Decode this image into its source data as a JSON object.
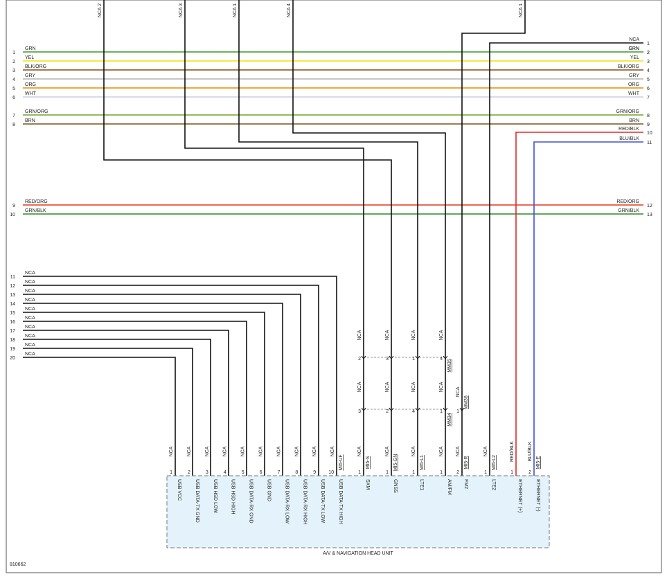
{
  "diagram_id": "810662",
  "head_unit": {
    "title": "A/V & NAVIGATION HEAD UNIT"
  },
  "top_wires": [
    {
      "label": "NCA",
      "pin": "2"
    },
    {
      "label": "NCA",
      "pin": "3"
    },
    {
      "label": "NCA",
      "pin": "1"
    },
    {
      "label": "NCA",
      "pin": "4"
    },
    {
      "label": "NCA",
      "pin": "1"
    }
  ],
  "colors": {
    "GRN": "#3a9a28",
    "YEL": "#f2e200",
    "BLK/ORG": "#8a4b10",
    "GRY": "#b4b4b4",
    "ORG": "#e88a00",
    "WHT": "#c9cde6",
    "GRN/ORG": "#72a22a",
    "BRN": "#7a5418",
    "RED/ORG": "#e03a1c",
    "GRN/BLK": "#2c8a2c",
    "RED/BLK": "#e02a2a",
    "BLU/BLK": "#4050d8",
    "NCA": "#111111",
    "box_fill": "#e4f3fb"
  },
  "harness_lines": [
    {
      "left_pin": "1",
      "left_label": "GRN",
      "right_label": "GRN",
      "right_pin": "2",
      "color": "GRN"
    },
    {
      "left_pin": "2",
      "left_label": "YEL",
      "right_label": "YEL",
      "right_pin": "3",
      "color": "YEL"
    },
    {
      "left_pin": "3",
      "left_label": "BLK/ORG",
      "right_label": "BLK/ORG",
      "right_pin": "4",
      "color": "BLK/ORG"
    },
    {
      "left_pin": "4",
      "left_label": "GRY",
      "right_label": "GRY",
      "right_pin": "5",
      "color": "GRY"
    },
    {
      "left_pin": "5",
      "left_label": "ORG",
      "right_label": "ORG",
      "right_pin": "6",
      "color": "ORG"
    },
    {
      "left_pin": "6",
      "left_label": "WHT",
      "right_label": "WHT",
      "right_pin": "7",
      "color": "WHT"
    },
    {
      "left_pin": "7",
      "left_label": "GRN/ORG",
      "right_label": "GRN/ORG",
      "right_pin": "8",
      "color": "GRN/ORG"
    },
    {
      "left_pin": "8",
      "left_label": "BRN",
      "right_label": "BRN",
      "right_pin": "9",
      "color": "BRN"
    },
    {
      "left_pin": "9",
      "left_label": "RED/ORG",
      "right_label": "RED/ORG",
      "right_pin": "12",
      "color": "RED/ORG"
    },
    {
      "left_pin": "10",
      "left_label": "GRN/BLK",
      "right_label": "GRN/BLK",
      "right_pin": "13",
      "color": "GRN/BLK"
    }
  ],
  "right_only": [
    {
      "label": "NCA",
      "pin": "1"
    },
    {
      "label": "GRN",
      "pin": "2"
    },
    {
      "label": "RED/BLK",
      "pin": "10"
    },
    {
      "label": "BLU/BLK",
      "pin": "11"
    }
  ],
  "usb_left": [
    {
      "pin": "11",
      "label": "NCA"
    },
    {
      "pin": "12",
      "label": "NCA"
    },
    {
      "pin": "13",
      "label": "NCA"
    },
    {
      "pin": "14",
      "label": "NCA"
    },
    {
      "pin": "15",
      "label": "NCA"
    },
    {
      "pin": "16",
      "label": "NCA"
    },
    {
      "pin": "17",
      "label": "NCA"
    },
    {
      "pin": "18",
      "label": "NCA"
    },
    {
      "pin": "19",
      "label": "NCA"
    },
    {
      "pin": "20",
      "label": "NCA"
    }
  ],
  "connector_usb": {
    "id": "MI5-UF",
    "pins": [
      {
        "pin": "1",
        "wire": "NCA",
        "name": "USB VCC"
      },
      {
        "pin": "2",
        "wire": "NCA",
        "name": "USB DATA-TX GND"
      },
      {
        "pin": "3",
        "wire": "NCA",
        "name": "USB HSD LOW"
      },
      {
        "pin": "4",
        "wire": "NCA",
        "name": "USB HSD HIGH"
      },
      {
        "pin": "5",
        "wire": "NCA",
        "name": "USB DATA-RX GND"
      },
      {
        "pin": "6",
        "wire": "NCA",
        "name": "USB GND"
      },
      {
        "pin": "7",
        "wire": "NCA",
        "name": "USB DATA-RX LOW"
      },
      {
        "pin": "8",
        "wire": "NCA",
        "name": "USB DATA-RX HIGH"
      },
      {
        "pin": "9",
        "wire": "NCA",
        "name": "USB DATA-TX LOW"
      },
      {
        "pin": "10",
        "wire": "NCA",
        "name": "USB DATA-TX HIGH"
      }
    ]
  },
  "antenna_pins": [
    {
      "pin": "1",
      "wire": "NCA",
      "name": "SXM",
      "connector": "MI5-S"
    },
    {
      "pin": "1",
      "wire": "NCA",
      "name": "GNSS",
      "connector": "MI5-GN"
    },
    {
      "pin": "1",
      "wire": "NCA",
      "name": "LTE1",
      "connector": "MI5-L1"
    },
    {
      "pin": "1",
      "wire": "NCA",
      "name": "AM/FM",
      "connector": ""
    },
    {
      "pin": "2",
      "wire": "NCA",
      "name": "FM2",
      "connector": "MI5-R"
    },
    {
      "pin": "1",
      "wire": "NCA",
      "name": "LTE2",
      "connector": "MI5-L2"
    },
    {
      "pin": "1",
      "wire": "RED/BLK",
      "name": "ETHERNET (+)",
      "connector": ""
    },
    {
      "pin": "2",
      "wire": "BLU/BLK",
      "name": "ETHERNET (-)",
      "connector": "MI5-E"
    }
  ],
  "inline_mm35": {
    "id": "MM35",
    "pins": [
      "2",
      "3",
      "1",
      "4"
    ],
    "wires_above": [
      "NCA",
      "NCA",
      "NCA",
      "NCA"
    ],
    "wires_below": [
      "NCA",
      "NCA",
      "NCA",
      "NCA"
    ]
  },
  "inline_mm34": {
    "id": "MM34",
    "pins": [
      "3",
      "2",
      "4",
      "1"
    ]
  },
  "inline_mm36": {
    "id": "MM36",
    "pin": "1",
    "wire_above": "NCA"
  }
}
